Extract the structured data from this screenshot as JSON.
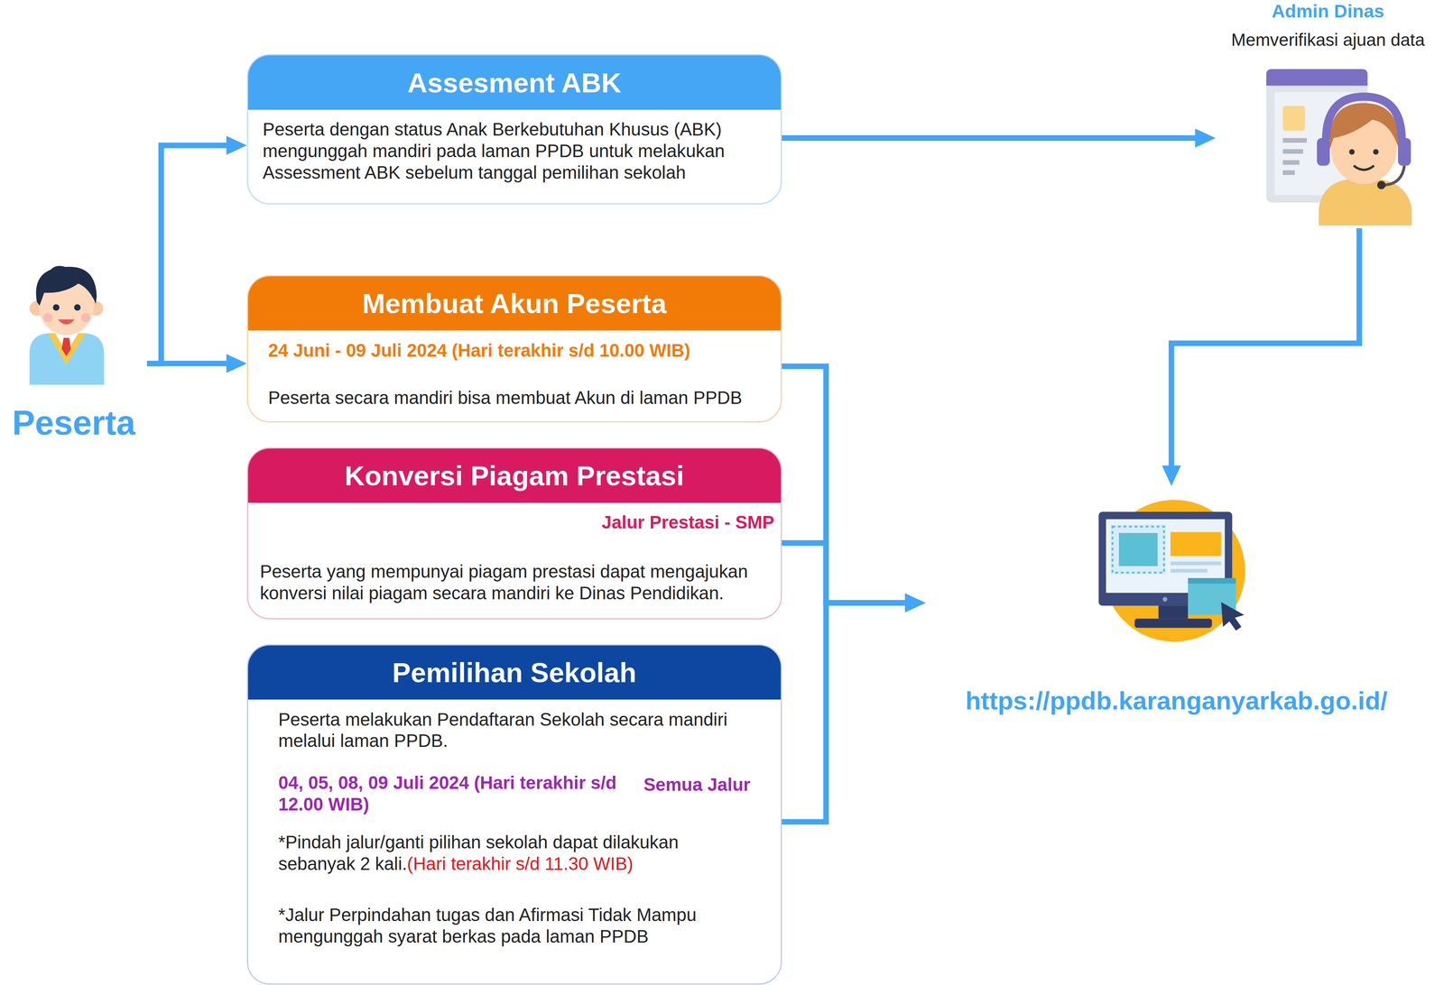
{
  "diagram": {
    "nodes": [
      {
        "text": [
          "Peserta"
        ]
      },
      {
        "text": [
          "Assesment ABK",
          "Peserta dengan status Anak Berkebutuhan Khusus (ABK) mengunggah mandiri pada laman PPDB untuk melakukan Assessment ABK sebelum tanggal pemilihan sekolah"
        ]
      },
      {
        "text": [
          "Admin Dinas",
          "Memverifikasi ajuan data"
        ]
      },
      {
        "text": [
          "Membuat Akun Peserta",
          "24 Juni - 09 Juli 2024 (Hari terakhir s/d 10.00 WIB)",
          "Peserta secara mandiri bisa membuat Akun di laman PPDB"
        ]
      },
      {
        "text": [
          "Konversi Piagam Prestasi",
          "Jalur Prestasi - SMP",
          "Peserta yang mempunyai piagam prestasi dapat mengajukan konversi nilai piagam secara mandiri ke Dinas Pendidikan."
        ]
      },
      {
        "text": [
          "Pemilihan Sekolah",
          "Peserta melakukan Pendaftaran Sekolah secara mandiri melalui laman PPDB.",
          "04, 05, 08, 09 Juli 2024 (Hari terakhir s/d 12.00 WIB)",
          "Semua Jalur",
          "*Pindah jalur/ganti pilihan sekolah dapat dilakukan sebanyak 2 kali.",
          "(Hari terakhir s/d 11.30 WIB)",
          "*Jalur Perpindahan tugas dan Afirmasi Tidak Mampu mengunggah syarat berkas pada laman PPDB"
        ]
      },
      {
        "text": [
          "https://ppdb.karanganyarkab.go.id/"
        ]
      }
    ],
    "edges": [
      {
        "from": 0,
        "to": 1,
        "arrow": "to"
      },
      {
        "from": 0,
        "to": 3,
        "arrow": "to"
      },
      {
        "from": 1,
        "to": 2,
        "arrow": "to"
      },
      {
        "from": 2,
        "to": 6,
        "arrow": "to"
      },
      {
        "from": 3,
        "to": 6,
        "arrow": "to"
      },
      {
        "from": 4,
        "to": 6,
        "arrow": "to"
      },
      {
        "from": 5,
        "to": 6,
        "arrow": "to"
      }
    ]
  }
}
